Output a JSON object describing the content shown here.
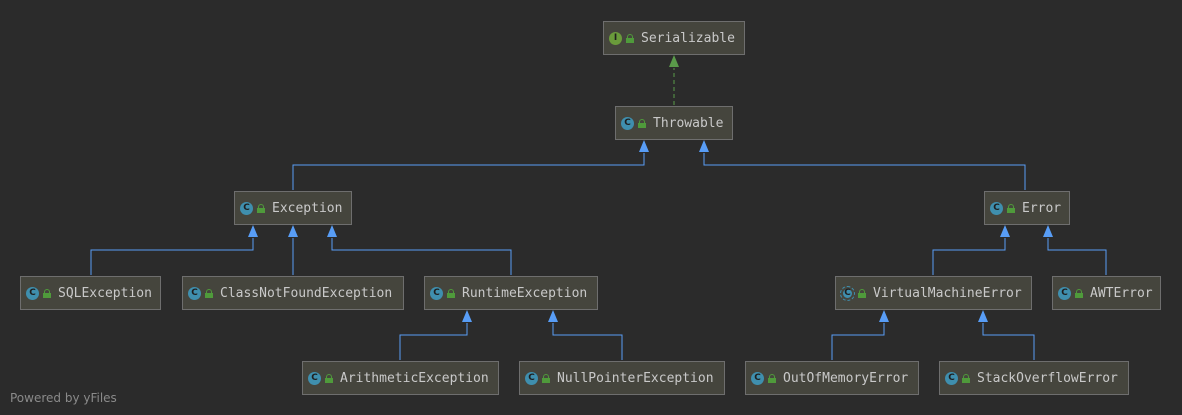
{
  "colors": {
    "background": "#2b2b2b",
    "node_fill": "#45453d",
    "node_border": "#6e6e6e",
    "text": "#c9c9c9",
    "extends_edge": "#589df6",
    "implements_edge": "#5a9b4a",
    "class_icon": "#3f8fae",
    "interface_icon": "#6a9b3b"
  },
  "nodes": {
    "serializable": {
      "label": "Serializable",
      "kind": "interface",
      "kind_letter": "I"
    },
    "throwable": {
      "label": "Throwable",
      "kind": "class",
      "kind_letter": "C"
    },
    "exception": {
      "label": "Exception",
      "kind": "class",
      "kind_letter": "C"
    },
    "error": {
      "label": "Error",
      "kind": "class",
      "kind_letter": "C"
    },
    "sqlexception": {
      "label": "SQLException",
      "kind": "class",
      "kind_letter": "C"
    },
    "classnotfound": {
      "label": "ClassNotFoundException",
      "kind": "class",
      "kind_letter": "C"
    },
    "runtime": {
      "label": "RuntimeException",
      "kind": "class",
      "kind_letter": "C"
    },
    "vmerror": {
      "label": "VirtualMachineError",
      "kind": "abstract",
      "kind_letter": "C"
    },
    "awterror": {
      "label": "AWTError",
      "kind": "class",
      "kind_letter": "C"
    },
    "arithmetic": {
      "label": "ArithmeticException",
      "kind": "class",
      "kind_letter": "C"
    },
    "nullpointer": {
      "label": "NullPointerException",
      "kind": "class",
      "kind_letter": "C"
    },
    "outofmemory": {
      "label": "OutOfMemoryError",
      "kind": "class",
      "kind_letter": "C"
    },
    "stackoverflow": {
      "label": "StackOverflowError",
      "kind": "class",
      "kind_letter": "C"
    }
  },
  "edges": [
    {
      "from": "throwable",
      "to": "serializable",
      "type": "implements"
    },
    {
      "from": "exception",
      "to": "throwable",
      "type": "extends"
    },
    {
      "from": "error",
      "to": "throwable",
      "type": "extends"
    },
    {
      "from": "sqlexception",
      "to": "exception",
      "type": "extends"
    },
    {
      "from": "classnotfound",
      "to": "exception",
      "type": "extends"
    },
    {
      "from": "runtime",
      "to": "exception",
      "type": "extends"
    },
    {
      "from": "vmerror",
      "to": "error",
      "type": "extends"
    },
    {
      "from": "awterror",
      "to": "error",
      "type": "extends"
    },
    {
      "from": "arithmetic",
      "to": "runtime",
      "type": "extends"
    },
    {
      "from": "nullpointer",
      "to": "runtime",
      "type": "extends"
    },
    {
      "from": "outofmemory",
      "to": "vmerror",
      "type": "extends"
    },
    {
      "from": "stackoverflow",
      "to": "vmerror",
      "type": "extends"
    }
  ],
  "watermark": "Powered by yFiles"
}
